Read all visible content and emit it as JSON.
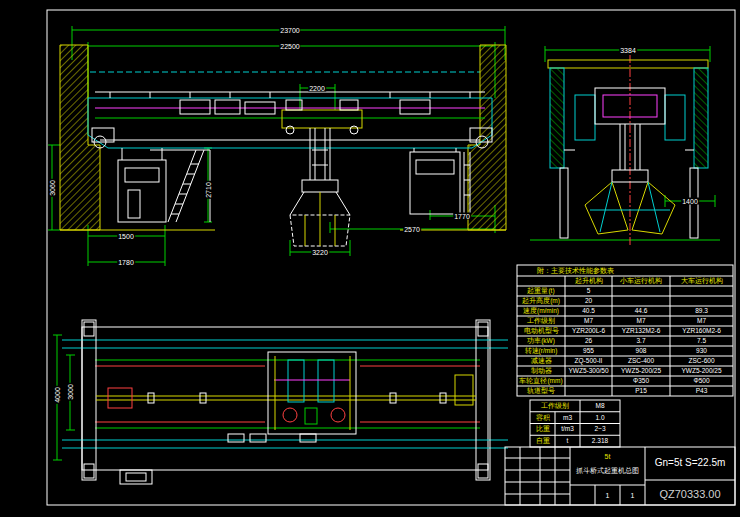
{
  "diagram": {
    "labels": [
      "23700",
      "22500",
      "2200",
      "3220",
      "1500",
      "1780",
      "1770",
      "2570",
      "3060",
      "2710",
      "3384",
      "1400",
      "4000",
      "3000",
      "附：主要技术性能参数表",
      "起升机构",
      "小车运行机构",
      "大车运行机构",
      "起重量(t)",
      "5",
      "起升高度(m)",
      "20",
      "速度(m/min)",
      "40.5",
      "44.6",
      "89.3",
      "工作级别",
      "M7",
      "M7",
      "M7",
      "电动机型号",
      "YZR200L-6",
      "YZR132M2-6",
      "YZR160M2-6",
      "功率(kW)",
      "26",
      "3.7",
      "7.5",
      "转速(r/min)",
      "955",
      "908",
      "930",
      "减速器",
      "ZQ-500-II",
      "ZSC-400",
      "ZSC-600",
      "制动器",
      "YWZ5-300/50",
      "YWZ5-200/25",
      "YWZ5-200/25",
      "车轮直径(mm)",
      "Φ350",
      "Φ500",
      "轨道型号",
      "P15",
      "P43",
      "工作级别",
      "M8",
      "容积",
      "m3",
      "1.0",
      "比重",
      "t/m3",
      "2~3",
      "自重",
      "t",
      "2.318",
      "5t",
      "抓斗桥式起重机总图",
      "Gn=5t S=22.5m",
      "QZ70333.00",
      "1",
      "1"
    ]
  }
}
